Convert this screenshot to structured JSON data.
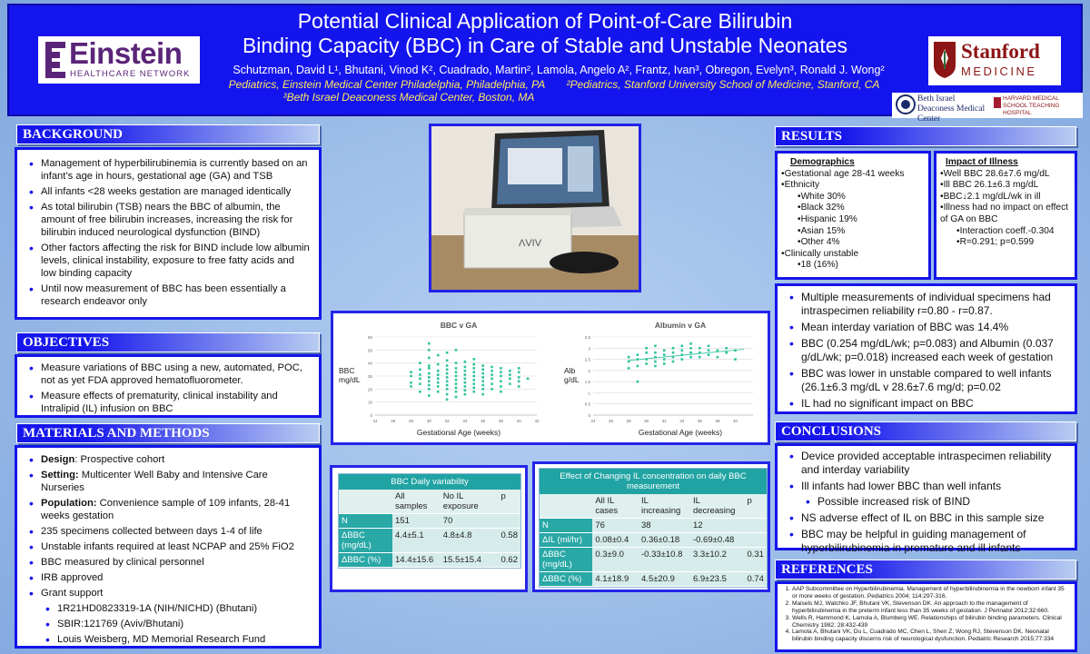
{
  "header": {
    "title_line1": "Potential Clinical Application of Point-of-Care Bilirubin",
    "title_line2": "Binding Capacity (BBC) in Care of Stable and Unstable Neonates",
    "authors": "Schutzman, David L¹, Bhutani, Vinod K², Cuadrado, Martin², Lamola, Angelo A², Frantz, Ivan³, Obregon, Evelyn³, Ronald J. Wong²",
    "affil1": "Pediatrics, Einstein Medical Center Philadelphia, Philadelphia, PA",
    "affil2": "²Pediatrics, Stanford University School of Medicine, Stanford, CA",
    "affil3": "³Beth Israel Deaconess Medical Center, Boston, MA",
    "logo_einstein": "Einstein",
    "logo_einstein_sub": "HEALTHCARE NETWORK",
    "logo_stanford": "Stanford",
    "logo_stanford_sub": "MEDICINE",
    "logo_bidmc": "Beth Israel Deaconess Medical Center",
    "logo_hms": "HARVARD MEDICAL SCHOOL TEACHING HOSPITAL"
  },
  "sections": {
    "background": "BACKGROUND",
    "objectives": "OBJECTIVES",
    "methods": "MATERIALS AND METHODS",
    "results": "RESULTS",
    "conclusions": "CONCLUSIONS",
    "references": "REFERENCES"
  },
  "background_items": [
    "Management of hyperbilirubinemia  is currently based on an infant’s age  in hours, gestational age (GA) and TSB",
    "All infants <28 weeks gestation are managed  identically",
    "As total bilirubin (TSB) nears the BBC of albumin, the amount of  free bilirubin increases, increasing the risk for bilirubin induced neurological dysfunction (BIND)",
    "Other factors affecting the risk for BIND include low albumin levels, clinical instability, exposure to free fatty acids and low binding capacity",
    "Until now measurement of BBC has been essentially a research endeavor only"
  ],
  "objectives_items": [
    "Measure variations of BBC using a new, automated, POC, not as yet FDA approved hematofluorometer.",
    "Measure effects of prematurity, clinical instability and Intralipid (IL) infusion on BBC"
  ],
  "methods": {
    "design_label": "Design",
    "design": ": Prospective cohort",
    "setting_label": "Setting:",
    "setting": " Multicenter Well Baby and Intensive Care Nurseries",
    "population_label": "Population:",
    "population": " Convenience sample of 109 infants,  28-41 weeks gestation",
    "items": [
      "235 specimens collected between days 1-4 of life",
      "Unstable infants required at least NCPAP and 25% FiO2",
      "BBC measured by clinical personnel",
      "IRB approved",
      "Grant support"
    ],
    "grants": [
      "1R21HD0823319-1A (NIH/NICHD) (Bhutani)",
      "SBIR:121769 (Aviv/Bhutani)",
      "Louis Weisberg, MD Memorial Research Fund"
    ]
  },
  "demographics": {
    "title": "Demographics",
    "items": [
      "Gestational age  28-41 weeks",
      "Ethnicity"
    ],
    "ethnicity": [
      "White 30%",
      "Black 32%",
      "Hispanic 19%",
      "Asian 15%",
      "Other 4%"
    ],
    "unstable_label": "Clinically unstable",
    "unstable": "18 (16%)"
  },
  "illness": {
    "title": "Impact of Illness",
    "items": [
      "Well BBC 28.6±7.6 mg/dL",
      "Ill BBC 26.1±6.3 mg/dL",
      "BBC↓2.1 mg/dL/wk in ill",
      "Illness had no impact on effect of GA on BBC"
    ],
    "sub": [
      "Interaction coeff.-0.304",
      "R=0.291; p=0.599"
    ]
  },
  "results_items": [
    "Multiple measurements of individual specimens had intraspecimen reliability r=0.80 - r=0.87.",
    "Mean interday variation of BBC was 14.4%",
    "BBC (0.254 mg/dL/wk; p=0.083) and Albumin (0.037 g/dL/wk; p=0.018) increased  each week of gestation",
    "BBC was lower in unstable compared to well infants (26.1±6.3 mg/dL v 28.6±7.6 mg/d; p=0.02",
    "IL had no significant impact on BBC"
  ],
  "conclusions": {
    "items": [
      "Device provided acceptable intraspecimen reliability and interday variability",
      "Ill infants had lower BBC than well infants"
    ],
    "sub": "Possible increased risk of BIND",
    "items2": [
      "NS adverse effect of IL on BBC in this sample size",
      "BBC may be helpful in guiding management of hyperbilirubinemia in premature and ill infants"
    ]
  },
  "references": [
    "AAP Subcommittee on Hyperbilirubinemia. Management of hyperbilirubinemia in the newborn infant 35 or more weeks of gestation. Pediatrics 2004; 114:297-316.",
    "Maisels MJ, Watchko JF, Bhutani VK, Stevenson DK. An approach to the management of hyperbilirubinemia in the preterm infant less than 35 weeks of gestation. J Perinatol 2012;32:660.",
    "Wells R, Hammond K, Lamola A, Blumberg WE. Relationships of bilirubin binding parameters. Clinical Chemistry 1982; 28:432-439",
    "Lamola A, Bhutani VK, Du L, Cuadrado MC, Chen L, Shen Z, Wong RJ, Stevenson DK. Neonatal bilirubin binding capacity discerns risk of neurological dysfunction. Pediatric Research 2015;77:334"
  ],
  "table1": {
    "caption": "BBC Daily variability",
    "header": [
      "",
      "All samples",
      "No IL exposure",
      "p"
    ],
    "rows": [
      [
        "N",
        "151",
        "70",
        ""
      ],
      [
        "ΔBBC (mg/dL)",
        "4.4±5.1",
        "4.8±4.8",
        "0.58"
      ],
      [
        "ΔBBC (%)",
        "14.4±15.6",
        "15.5±15.4",
        "0.62"
      ]
    ]
  },
  "table2": {
    "caption": "Effect of Changing IL concentration on daily BBC measurement",
    "header": [
      "",
      "All IL cases",
      "IL increasing",
      "IL decreasing",
      "p"
    ],
    "rows": [
      [
        "N",
        "76",
        "38",
        "12",
        ""
      ],
      [
        "ΔIL (ml/hr)",
        "0.08±0.4",
        "0.36±0.18",
        "-0.69±0.48",
        ""
      ],
      [
        "ΔBBC (mg/dL)",
        "0.3±9.0",
        "-0.33±10.8",
        "3.3±10.2",
        "0.31"
      ],
      [
        "ΔBBC (%)",
        "4.1±18.9",
        "4.5±20.9",
        "6.9±23.5",
        "0.74"
      ]
    ]
  },
  "chart_data": [
    {
      "type": "scatter",
      "title": "BBC v GA",
      "xlabel": "Gestational Age (weeks)",
      "ylabel": "BBC mg/dL",
      "xlim": [
        24,
        42
      ],
      "ylim": [
        0,
        60
      ],
      "xticks": [
        24,
        26,
        28,
        30,
        32,
        34,
        36,
        38,
        40,
        42
      ],
      "yticks": [
        0,
        10,
        20,
        30,
        40,
        50,
        60
      ],
      "color": "#2fc29c",
      "points": [
        [
          28,
          22
        ],
        [
          28,
          25
        ],
        [
          28,
          30
        ],
        [
          28,
          33
        ],
        [
          29,
          18
        ],
        [
          29,
          24
        ],
        [
          29,
          28
        ],
        [
          29,
          31
        ],
        [
          29,
          35
        ],
        [
          29,
          40
        ],
        [
          30,
          15
        ],
        [
          30,
          20
        ],
        [
          30,
          23
        ],
        [
          30,
          26
        ],
        [
          30,
          29
        ],
        [
          30,
          32
        ],
        [
          30,
          36
        ],
        [
          30,
          38
        ],
        [
          30,
          44
        ],
        [
          30,
          55
        ],
        [
          30,
          50
        ],
        [
          31,
          18
        ],
        [
          31,
          22
        ],
        [
          31,
          25
        ],
        [
          31,
          28
        ],
        [
          31,
          31
        ],
        [
          31,
          34
        ],
        [
          31,
          39
        ],
        [
          31,
          46
        ],
        [
          32,
          12
        ],
        [
          32,
          16
        ],
        [
          32,
          20
        ],
        [
          32,
          23
        ],
        [
          32,
          26
        ],
        [
          32,
          29
        ],
        [
          32,
          32
        ],
        [
          32,
          35
        ],
        [
          32,
          38
        ],
        [
          32,
          42
        ],
        [
          32,
          48
        ],
        [
          33,
          14
        ],
        [
          33,
          18
        ],
        [
          33,
          21
        ],
        [
          33,
          24
        ],
        [
          33,
          27
        ],
        [
          33,
          30
        ],
        [
          33,
          33
        ],
        [
          33,
          36
        ],
        [
          33,
          40
        ],
        [
          33,
          50
        ],
        [
          34,
          16
        ],
        [
          34,
          19
        ],
        [
          34,
          22
        ],
        [
          34,
          25
        ],
        [
          34,
          28
        ],
        [
          34,
          31
        ],
        [
          34,
          34
        ],
        [
          34,
          37
        ],
        [
          34,
          41
        ],
        [
          35,
          18
        ],
        [
          35,
          21
        ],
        [
          35,
          24
        ],
        [
          35,
          27
        ],
        [
          35,
          30
        ],
        [
          35,
          33
        ],
        [
          35,
          36
        ],
        [
          35,
          39
        ],
        [
          35,
          43
        ],
        [
          36,
          16
        ],
        [
          36,
          20
        ],
        [
          36,
          23
        ],
        [
          36,
          26
        ],
        [
          36,
          29
        ],
        [
          36,
          32
        ],
        [
          36,
          35
        ],
        [
          36,
          38
        ],
        [
          37,
          20
        ],
        [
          37,
          24
        ],
        [
          37,
          28
        ],
        [
          37,
          31
        ],
        [
          37,
          34
        ],
        [
          37,
          37
        ],
        [
          38,
          18
        ],
        [
          38,
          22
        ],
        [
          38,
          26
        ],
        [
          38,
          30
        ],
        [
          38,
          33
        ],
        [
          38,
          36
        ],
        [
          39,
          24
        ],
        [
          39,
          28
        ],
        [
          39,
          31
        ],
        [
          39,
          34
        ],
        [
          40,
          22
        ],
        [
          40,
          26
        ],
        [
          40,
          29
        ],
        [
          40,
          33
        ],
        [
          40,
          36
        ],
        [
          41,
          28
        ]
      ]
    },
    {
      "type": "scatter",
      "title": "Albumin v GA",
      "xlabel": "Gestational Age (weeks)",
      "ylabel": "Alb g/dL",
      "xlim": [
        24,
        42
      ],
      "ylim": [
        0,
        3.5
      ],
      "xticks": [
        24,
        26,
        28,
        30,
        32,
        34,
        36,
        38,
        40
      ],
      "yticks": [
        0,
        0.5,
        1,
        1.5,
        2,
        2.5,
        3,
        3.5
      ],
      "color": "#2fc29c",
      "points": [
        [
          28,
          2.1
        ],
        [
          28,
          2.4
        ],
        [
          28,
          2.6
        ],
        [
          29,
          2.2
        ],
        [
          29,
          2.5
        ],
        [
          29,
          2.7
        ],
        [
          29,
          1.5
        ],
        [
          30,
          2.3
        ],
        [
          30,
          2.5
        ],
        [
          30,
          2.8
        ],
        [
          30,
          3.0
        ],
        [
          31,
          2.2
        ],
        [
          31,
          2.4
        ],
        [
          31,
          2.6
        ],
        [
          31,
          2.8
        ],
        [
          31,
          3.1
        ],
        [
          32,
          2.3
        ],
        [
          32,
          2.5
        ],
        [
          32,
          2.7
        ],
        [
          32,
          2.9
        ],
        [
          33,
          2.4
        ],
        [
          33,
          2.6
        ],
        [
          33,
          2.8
        ],
        [
          33,
          3.0
        ],
        [
          34,
          2.5
        ],
        [
          34,
          2.7
        ],
        [
          34,
          2.9
        ],
        [
          34,
          3.1
        ],
        [
          35,
          2.6
        ],
        [
          35,
          2.8
        ],
        [
          35,
          3.0
        ],
        [
          35,
          3.2
        ],
        [
          36,
          2.6
        ],
        [
          36,
          2.8
        ],
        [
          36,
          3.0
        ],
        [
          37,
          2.7
        ],
        [
          37,
          2.9
        ],
        [
          37,
          3.1
        ],
        [
          38,
          2.6
        ],
        [
          38,
          2.9
        ],
        [
          39,
          2.8
        ],
        [
          39,
          3.0
        ],
        [
          40,
          2.5
        ],
        [
          40,
          2.9
        ]
      ],
      "trend": [
        [
          28,
          2.45
        ],
        [
          41,
          2.95
        ]
      ]
    }
  ]
}
